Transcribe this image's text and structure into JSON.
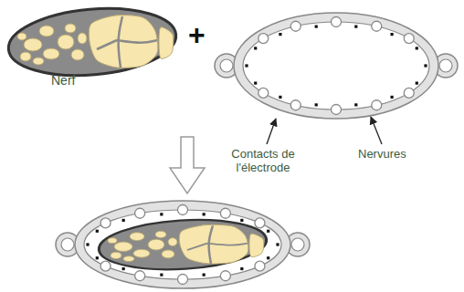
{
  "diagram": {
    "labels": [
      "Nerf",
      "+",
      "Contacts de l'électrode",
      "Nervures"
    ]
  }
}
